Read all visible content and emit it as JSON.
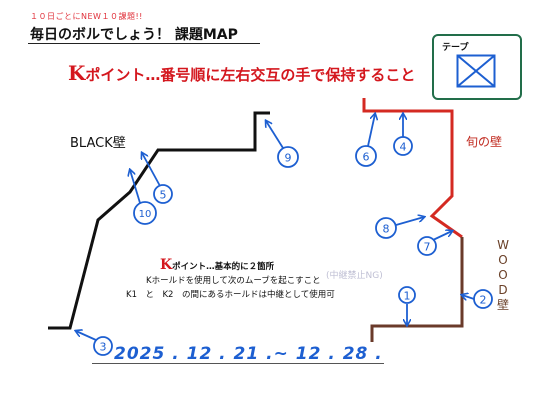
{
  "header": {
    "note": "１０日ごとにNEW１０課題!!",
    "title": "毎日のボルでしょう！ 課題MAP"
  },
  "main_rule": {
    "k": "K",
    "text": "ポイント…番号順に左右交互の手で保持すること"
  },
  "tape_legend": {
    "label": "テープ"
  },
  "walls": {
    "black": "BLACK壁",
    "shun": "旬の壁",
    "wood": "WOOD壁"
  },
  "subrule": {
    "k": "K",
    "title": "ポイント…基本的に２箇所",
    "line1": "Kホールドを使用して次のムーブを起こすこと",
    "line2": "K1　と　K2　の間にあるホールドは中継として使用可"
  },
  "ghost_text": "(中継禁止NG)",
  "period": "2025 . 12 . 21 .~ 12 . 28 .",
  "markers": [
    "1",
    "2",
    "3",
    "4",
    "5",
    "6",
    "7",
    "8",
    "9",
    "10"
  ],
  "colors": {
    "black_wall": "#111111",
    "shun_wall": "#d42a22",
    "wood_wall": "#6a3a2a",
    "marker": "#1d5fd1",
    "tape": "#1d5fd1",
    "legend_border": "#226e4a"
  }
}
